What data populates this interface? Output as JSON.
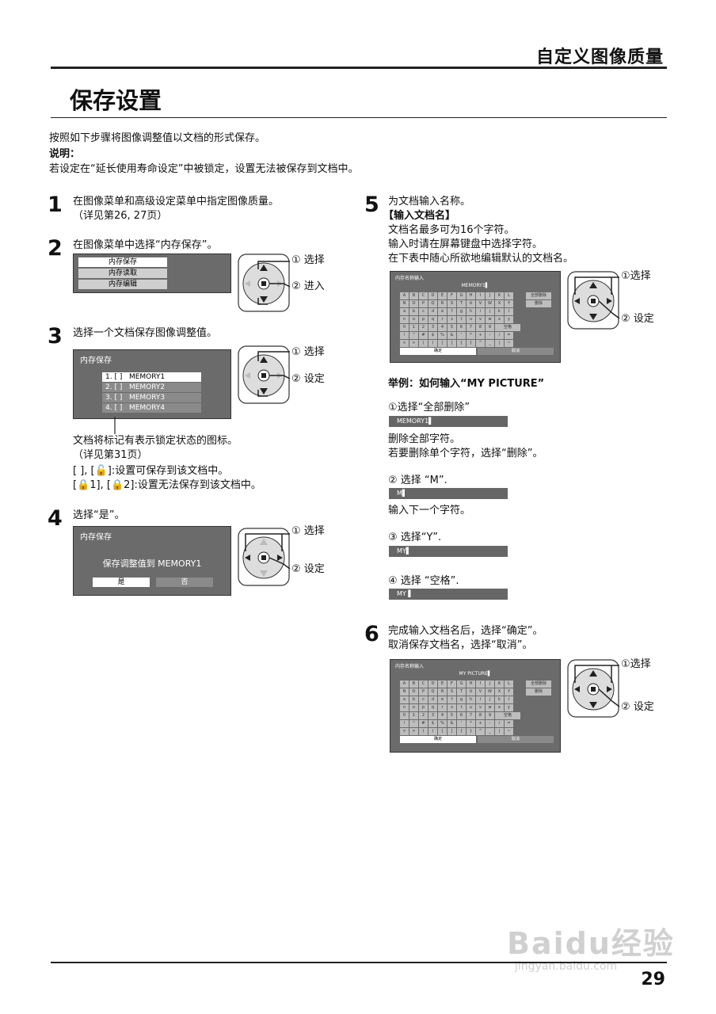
{
  "header": {
    "section_title": "自定义图像质量",
    "page_title": "保存设置"
  },
  "intro": {
    "line1": "按照如下步骤将图像调整值以文档的形式保存。",
    "note_label": "说明：",
    "note_text": "若设定在“延长使用寿命设定”中被锁定，设置无法被保存到文档中。"
  },
  "remote": {
    "select": "① 选择",
    "enter": "② 进入",
    "set": "② 设定",
    "select_alt": "①选择"
  },
  "step1": {
    "num": "1",
    "line1": "在图像菜单和高级设定菜单中指定图像质量。",
    "line2": "（详见第26, 27页）"
  },
  "step2": {
    "num": "2",
    "text": "在图像菜单中选择“内存保存”。",
    "menu": [
      "内存保存",
      "内存读取",
      "内存编辑"
    ]
  },
  "step3": {
    "num": "3",
    "text": "选择一个文档保存图像调整值。",
    "screen_title": "内存保存",
    "items": [
      {
        "slot": "1. [ ]",
        "name": "MEMORY1"
      },
      {
        "slot": "2. [ ]",
        "name": "MEMORY2"
      },
      {
        "slot": "3. [ ]",
        "name": "MEMORY3"
      },
      {
        "slot": "4. [ ]",
        "name": "MEMORY4"
      }
    ],
    "note1": "文档将标记有表示锁定状态的图标。",
    "note2": "（详见第31页）",
    "note3": "[   ], [🔓]:设置可保存到该文档中。",
    "note4": "[🔒1], [🔒2]:设置无法保存到该文档中。"
  },
  "step4": {
    "num": "4",
    "text": "选择“是”。",
    "screen_title": "内存保存",
    "message": "保存调整值到 MEMORY1",
    "yes": "是",
    "no": "否"
  },
  "step5": {
    "num": "5",
    "line1": "为文档输入名称。",
    "sub_title": "【输入文档名】",
    "line2": "文档名最多可为16个字符。",
    "line3": "输入时请在屏幕键盘中选择字符。",
    "line4": "在下表中随心所欲地编辑默认的文档名。",
    "kb_title": "内存名称输入",
    "kb_value": "MEMORY1▌",
    "example_title": "举例：如何输入“MY PICTURE”",
    "ex1_label": "①选择“全部删除”",
    "ex1_bar": "MEMORY1▌",
    "ex1_desc1": "删除全部字符。",
    "ex1_desc2": "若要删除单个字符，选择“删除”。",
    "ex2_label": "② 选择 “M”.",
    "ex2_bar": "M▌",
    "ex2_desc": "输入下一个字符。",
    "ex3_label": "③ 选择“Y”.",
    "ex3_bar": "MY▌",
    "ex4_label": "④ 选择 “空格”.",
    "ex4_bar": "MY  ▌"
  },
  "step6": {
    "num": "6",
    "line1": "完成输入文档名后，选择“确定”。",
    "line2": "取消保存文档名，选择“取消”。",
    "kb_title": "内存名称输入",
    "kb_value": "MY  PICTURE▌"
  },
  "keyboard": {
    "rows": [
      [
        "A",
        "B",
        "C",
        "D",
        "E",
        "F",
        "G",
        "H",
        "I",
        "J",
        "K",
        "L"
      ],
      [
        "N",
        "O",
        "P",
        "Q",
        "R",
        "S",
        "T",
        "U",
        "V",
        "W",
        "X",
        "Y"
      ],
      [
        "a",
        "b",
        "c",
        "d",
        "e",
        "f",
        "g",
        "h",
        "i",
        "j",
        "k",
        "l"
      ],
      [
        "n",
        "o",
        "p",
        "q",
        "r",
        "s",
        "t",
        "u",
        "v",
        "w",
        "x",
        "y"
      ],
      [
        "0",
        "1",
        "2",
        "3",
        "4",
        "5",
        "6",
        "7",
        "8",
        "9",
        "",
        ""
      ],
      [
        "!",
        "\"",
        "#",
        "$",
        "%",
        "&",
        "'",
        "*",
        "+",
        "-",
        "/",
        "="
      ],
      [
        "<",
        ">",
        "(",
        ")",
        "[",
        "]",
        "{",
        "}",
        "^",
        "_",
        "|",
        "~"
      ]
    ],
    "delete_all": "全部删除",
    "delete": "删除",
    "space": "空格",
    "ok": "确定",
    "cancel": "取消"
  },
  "footer": {
    "page_number": "29",
    "watermark": "Baidu经验",
    "watermark_url": "jingyan.baidu.com"
  }
}
